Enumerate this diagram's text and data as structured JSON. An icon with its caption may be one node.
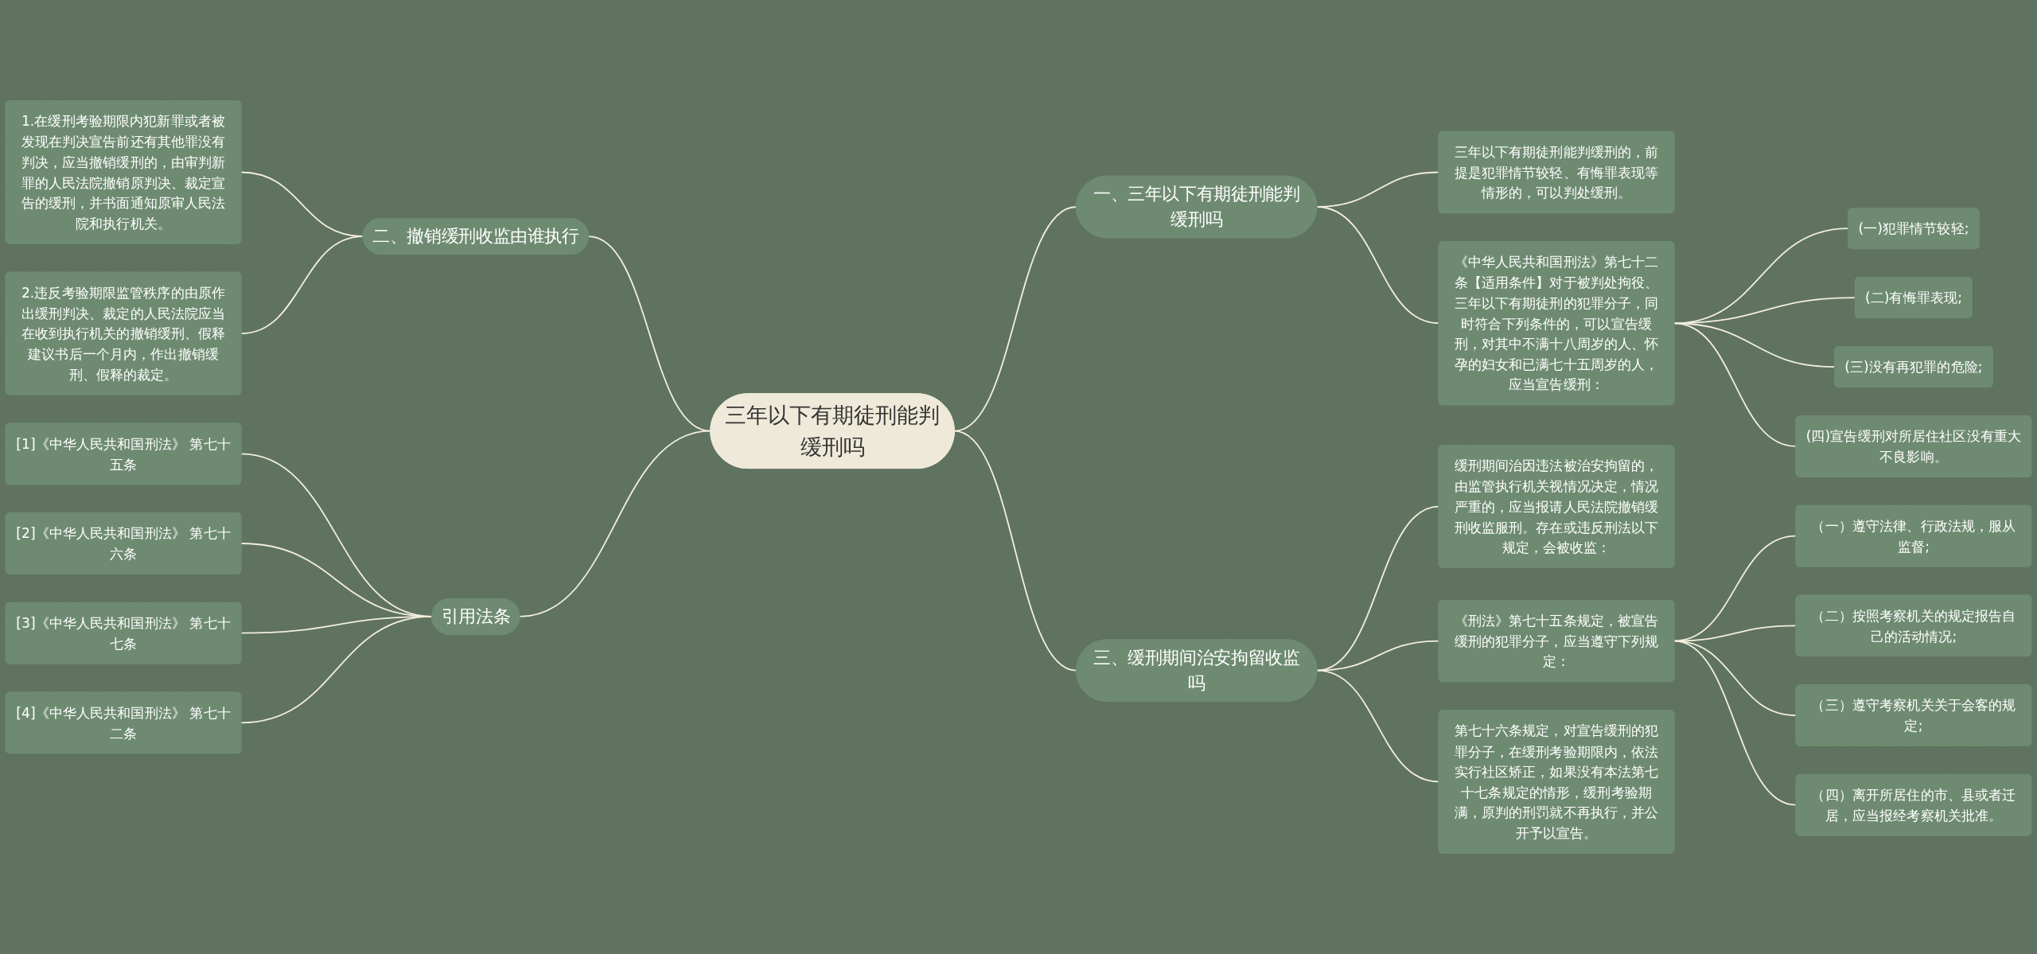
{
  "diagram": {
    "nodes": [
      {
        "text": [
          "三年以下有期徒刑能判缓刑吗"
        ]
      },
      {
        "text": [
          "一、三年以下有期徒刑能判缓刑吗"
        ]
      },
      {
        "text": [
          "三年以下有期徒刑能判缓刑的，前提是犯罪情节较轻、有悔罪表现等情形的，可以判处缓刑。"
        ]
      },
      {
        "text": [
          "《中华人民共和国刑法》第七十二条【适用条件】对于被判处拘役、三年以下有期徒刑的犯罪分子，同时符合下列条件的，可以宣告缓刑，对其中不满十八周岁的人、怀孕的妇女和已满七十五周岁的人，应当宣告缓刑："
        ]
      },
      {
        "text": [
          "(一)犯罪情节较轻;"
        ]
      },
      {
        "text": [
          "(二)有悔罪表现;"
        ]
      },
      {
        "text": [
          "(三)没有再犯罪的危险;"
        ]
      },
      {
        "text": [
          "(四)宣告缓刑对所居住社区没有重大不良影响。"
        ]
      },
      {
        "text": [
          "二、撤销缓刑收监由谁执行"
        ]
      },
      {
        "text": [
          "1.在缓刑考验期限内犯新罪或者被发现在判决宣告前还有其他罪没有判决，应当撤销缓刑的，由审判新罪的人民法院撤销原判决、裁定宣告的缓刑，并书面通知原审人民法院和执行机关。"
        ]
      },
      {
        "text": [
          "2.违反考验期限监管秩序的由原作出缓刑判决、裁定的人民法院应当在收到执行机关的撤销缓刑、假释建议书后一个月内，作出撤销缓刑、假释的裁定。"
        ]
      },
      {
        "text": [
          "引用法条"
        ]
      },
      {
        "text": [
          "[1]《中华人民共和国刑法》 第七十五条"
        ]
      },
      {
        "text": [
          "[2]《中华人民共和国刑法》 第七十六条"
        ]
      },
      {
        "text": [
          "[3]《中华人民共和国刑法》 第七十七条"
        ]
      },
      {
        "text": [
          "[4]《中华人民共和国刑法》 第七十二条"
        ]
      },
      {
        "text": [
          "三、缓刑期间治安拘留收监吗"
        ]
      },
      {
        "text": [
          "缓刑期间治因违法被治安拘留的，由监管执行机关视情况决定，情况严重的，应当报请人民法院撤销缓刑收监服刑。存在或违反刑法以下规定，会被收监："
        ]
      },
      {
        "text": [
          "《刑法》第七十五条规定，被宣告缓刑的犯罪分子，应当遵守下列规定："
        ]
      },
      {
        "text": [
          "（一）遵守法律、行政法规，服从监督;"
        ]
      },
      {
        "text": [
          "（二）按照考察机关的规定报告自己的活动情况;"
        ]
      },
      {
        "text": [
          "（三）遵守考察机关关于会客的规定;"
        ]
      },
      {
        "text": [
          "（四）离开所居住的市、县或者迁居，应当报经考察机关批准。"
        ]
      },
      {
        "text": [
          "第七十六条规定，对宣告缓刑的犯罪分子，在缓刑考验期限内，依法实行社区矫正，如果没有本法第七十七条规定的情形，缓刑考验期满，原判的刑罚就不再执行，并公开予以宣告。"
        ]
      }
    ],
    "edges": [
      {
        "from": 0,
        "to": 1,
        "arrow": "none"
      },
      {
        "from": 1,
        "to": 2,
        "arrow": "none"
      },
      {
        "from": 1,
        "to": 3,
        "arrow": "none"
      },
      {
        "from": 3,
        "to": 4,
        "arrow": "none"
      },
      {
        "from": 3,
        "to": 5,
        "arrow": "none"
      },
      {
        "from": 3,
        "to": 6,
        "arrow": "none"
      },
      {
        "from": 3,
        "to": 7,
        "arrow": "none"
      },
      {
        "from": 0,
        "to": 8,
        "arrow": "none"
      },
      {
        "from": 8,
        "to": 9,
        "arrow": "none"
      },
      {
        "from": 8,
        "to": 10,
        "arrow": "none"
      },
      {
        "from": 0,
        "to": 11,
        "arrow": "none"
      },
      {
        "from": 11,
        "to": 12,
        "arrow": "none"
      },
      {
        "from": 11,
        "to": 13,
        "arrow": "none"
      },
      {
        "from": 11,
        "to": 14,
        "arrow": "none"
      },
      {
        "from": 11,
        "to": 15,
        "arrow": "none"
      },
      {
        "from": 0,
        "to": 16,
        "arrow": "none"
      },
      {
        "from": 16,
        "to": 17,
        "arrow": "none"
      },
      {
        "from": 16,
        "to": 18,
        "arrow": "none"
      },
      {
        "from": 18,
        "to": 19,
        "arrow": "none"
      },
      {
        "from": 18,
        "to": 20,
        "arrow": "none"
      },
      {
        "from": 18,
        "to": 21,
        "arrow": "none"
      },
      {
        "from": 18,
        "to": 22,
        "arrow": "none"
      },
      {
        "from": 16,
        "to": 23,
        "arrow": "none"
      }
    ]
  }
}
